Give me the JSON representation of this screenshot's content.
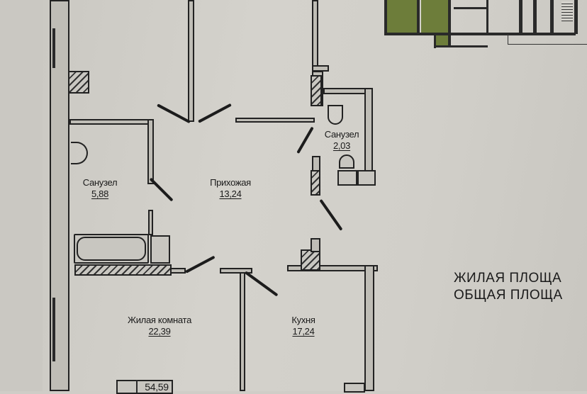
{
  "image": {
    "type": "photo of printed apartment floor plan",
    "rooms": [
      {
        "name": "Санузел",
        "area": "5,88"
      },
      {
        "name": "Прихожая",
        "area": "13,24"
      },
      {
        "name": "Санузел",
        "area": "2,03"
      },
      {
        "name": "Жилая комната",
        "area": "22,39"
      },
      {
        "name": "Кухня",
        "area": "17,24"
      }
    ],
    "corner_box_value": "54,59",
    "side_text": {
      "line1": "ЖИЛАЯ ПЛОЩА",
      "line2": "ОБЩАЯ ПЛОЩА"
    },
    "colors": {
      "paper": "#cfcdc7",
      "walls": "#2a2a2a",
      "highlight_green": "#6d7d3a"
    }
  }
}
